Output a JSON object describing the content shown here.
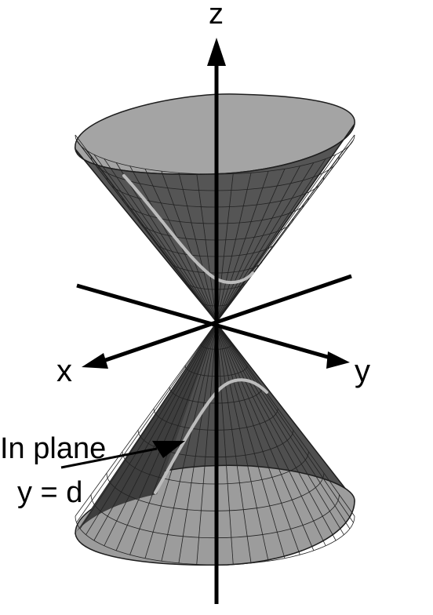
{
  "labels": {
    "z_axis": "z",
    "x_axis": "x",
    "y_axis": "y",
    "annotation_line1": "In plane",
    "annotation_line2": "y = d"
  },
  "colors": {
    "cone_dark": "#4a4a4a",
    "cone_mid": "#6e6e6e",
    "cone_light": "#9a9a9a",
    "cone_inner": "#7d7d7d",
    "grid_line": "#1e1e1e",
    "hyperbola": "#bcbcbc",
    "axis": "#000000"
  },
  "icons": {
    "axis_arrowhead": "triangle-arrow-icon"
  }
}
